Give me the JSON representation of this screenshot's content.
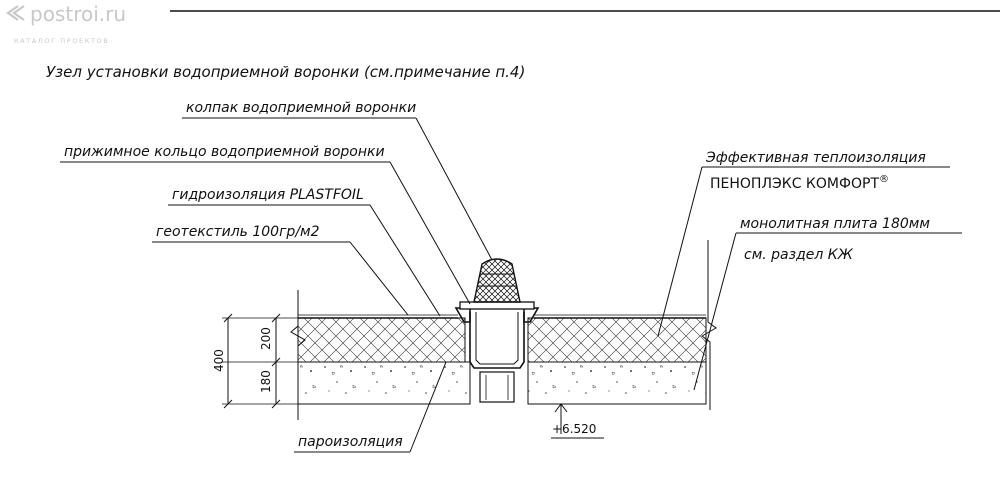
{
  "watermark": {
    "brand": "postroi.ru",
    "tagline": "КАТАЛОГ ПРОЕКТОВ"
  },
  "title": "Узел установки водоприемной воронки (см.примечание п.4)",
  "callouts": {
    "cap": "колпак водоприемной воронки",
    "clamp_ring": "прижимное кольцо водоприемной воронки",
    "waterproofing": "гидроизоляция PLASTFOIL",
    "geotextile": "геотекстиль 100гр/м2",
    "insulation_line1": "Эффективная теплоизоляция",
    "insulation_line2": "ПЕНОПЛЭКС КОМФОРТ",
    "insulation_mark": "®",
    "slab_line1": "монолитная плита 180мм",
    "slab_line2": "см. раздел КЖ",
    "vapor_barrier": "пароизоляция"
  },
  "dimensions": {
    "total": "400",
    "insulation": "200",
    "slab": "180",
    "elevation": "+6.520"
  },
  "colors": {
    "ink": "#111111",
    "watermark": "#c8c8c8"
  }
}
